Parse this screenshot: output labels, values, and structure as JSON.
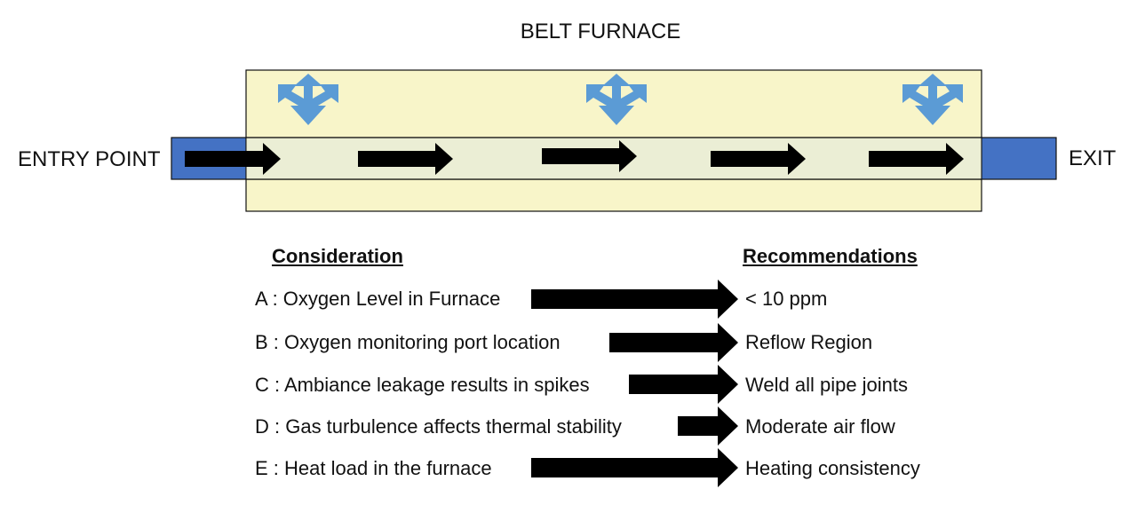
{
  "title": "BELT FURNACE",
  "entry_label": "ENTRY POINT",
  "exit_label": "EXIT",
  "colors": {
    "furnace_fill": "#f8f5c9",
    "belt_fill": "#ebeed5",
    "endcap_fill": "#4472c4",
    "vent_arrow": "#5b9bd5",
    "flow_arrow": "#000000"
  },
  "icons": {
    "vent": "three-way-vent-arrow-icon",
    "flow": "right-arrow-icon"
  },
  "headers": {
    "consideration": "Consideration",
    "recommendation": "Recommendations"
  },
  "rows": [
    {
      "consideration": "A : Oxygen Level in Furnace",
      "recommendation": "< 10 ppm"
    },
    {
      "consideration": "B : Oxygen monitoring port location",
      "recommendation": "Reflow Region"
    },
    {
      "consideration": "C : Ambiance leakage results in spikes",
      "recommendation": "Weld all pipe joints"
    },
    {
      "consideration": "D : Gas turbulence affects thermal stability",
      "recommendation": "Moderate air flow"
    },
    {
      "consideration": "E : Heat load in the furnace",
      "recommendation": "Heating consistency"
    }
  ]
}
